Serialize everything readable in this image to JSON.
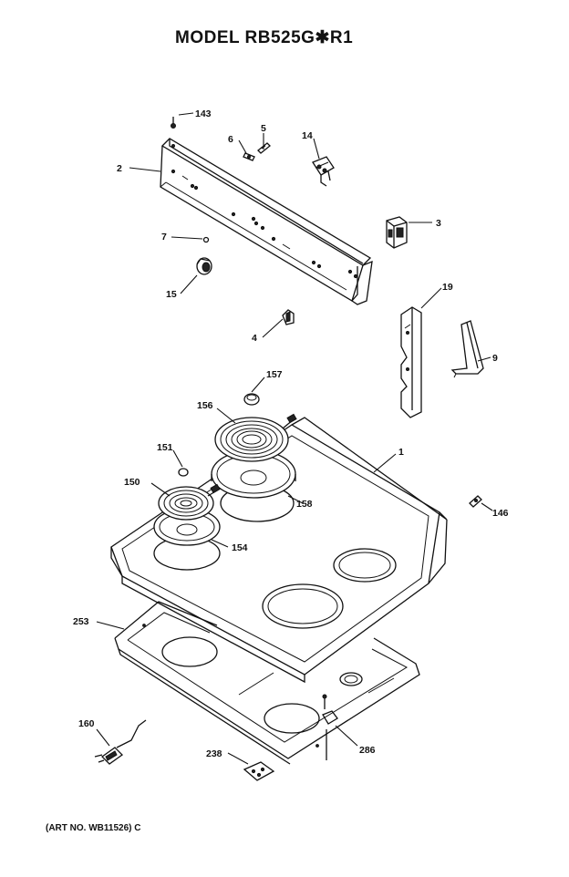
{
  "title": "MODEL RB525G✱R1",
  "art_number": "(ART NO. WB11526) C",
  "part_labels": {
    "p143": "143",
    "p5": "5",
    "p6": "6",
    "p14": "14",
    "p2": "2",
    "p3": "3",
    "p7": "7",
    "p15": "15",
    "p19": "19",
    "p4": "4",
    "p9": "9",
    "p157": "157",
    "p156": "156",
    "p151": "151",
    "p1": "1",
    "p150": "150",
    "p158": "158",
    "p146": "146",
    "p154": "154",
    "p253": "253",
    "p160": "160",
    "p238": "238",
    "p286": "286"
  }
}
